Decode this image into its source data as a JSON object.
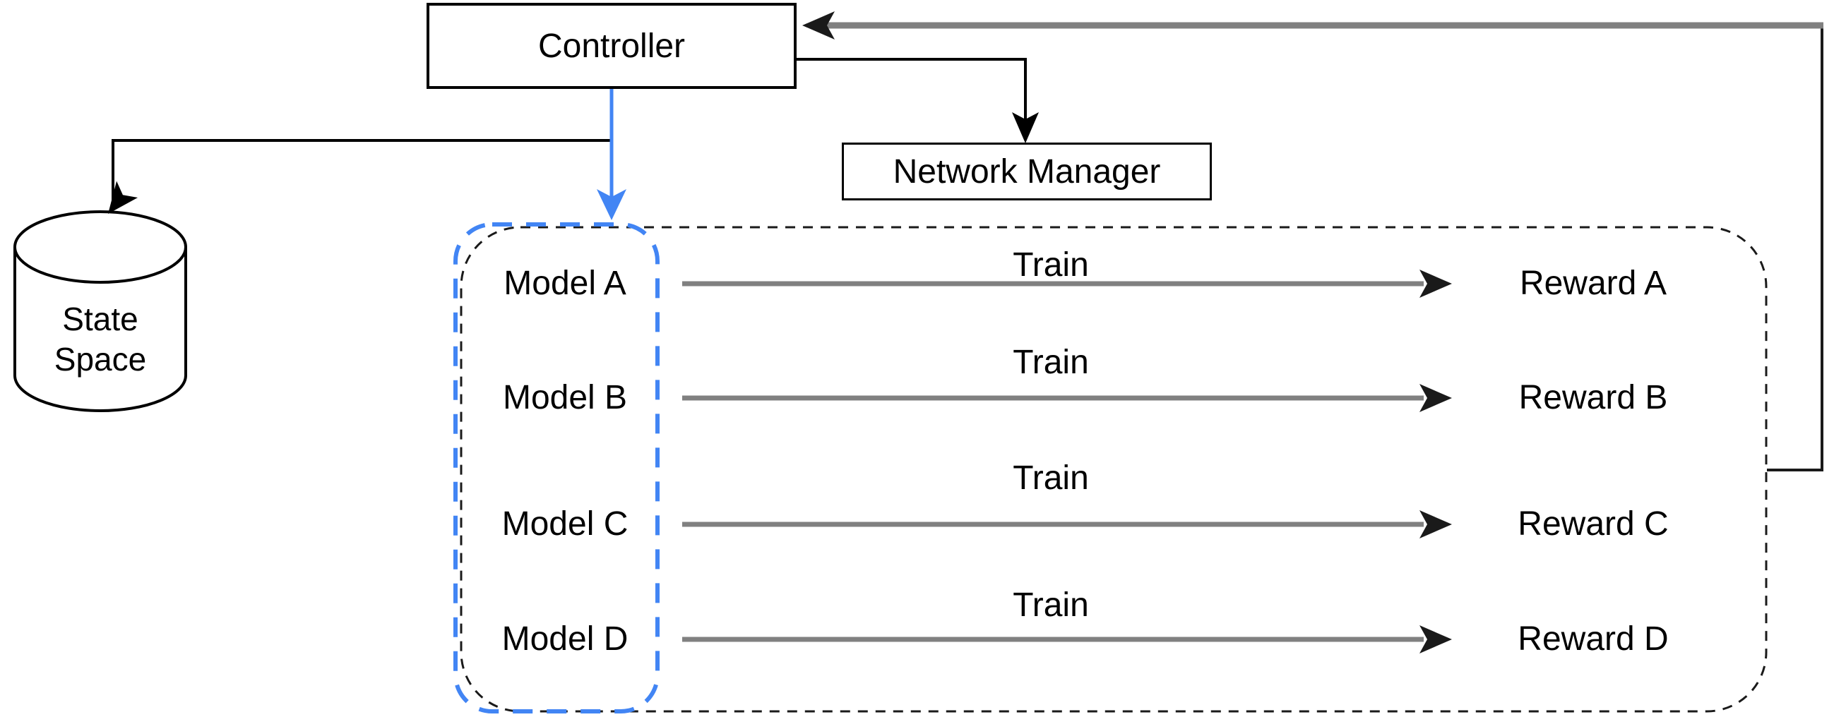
{
  "nodes": {
    "controller": "Controller",
    "network_manager": "Network Manager",
    "state_space": {
      "line1": "State",
      "line2": "Space"
    }
  },
  "pipeline_rows": [
    {
      "model": "Model A",
      "action": "Train",
      "reward": "Reward A"
    },
    {
      "model": "Model B",
      "action": "Train",
      "reward": "Reward B"
    },
    {
      "model": "Model C",
      "action": "Train",
      "reward": "Reward C"
    },
    {
      "model": "Model D",
      "action": "Train",
      "reward": "Reward D"
    }
  ],
  "colors": {
    "accent_blue": "#4285f4",
    "connector_gray": "#808080",
    "connector_black": "#1a1a1a"
  }
}
